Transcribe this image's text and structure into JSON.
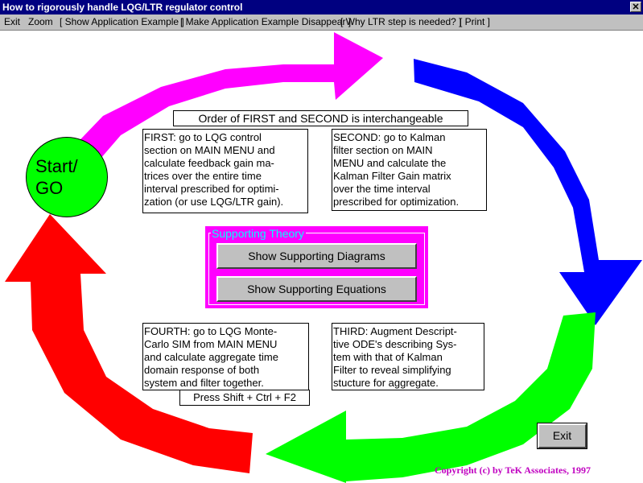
{
  "window": {
    "title": "How to rigorously handle LQG/LTR regulator control",
    "close_glyph": "✕"
  },
  "menu": {
    "items": [
      {
        "label": "Exit"
      },
      {
        "label": "Zoom"
      },
      {
        "label": "[ Show Application Example ]"
      },
      {
        "label": "[ Make Application Example Disappear ]"
      },
      {
        "label": "[ Why LTR step is needed? ]"
      },
      {
        "label": "[ Print ]"
      }
    ]
  },
  "diagram": {
    "start_lines": [
      "Start/",
      "GO"
    ],
    "order_note": "Order of FIRST and SECOND is interchangeable",
    "arrow_colors": {
      "first": "#ff00ff",
      "second": "#0000ff",
      "third": "#00ff00",
      "fourth": "#ff0000",
      "start_circle": "#00ff00"
    },
    "steps": {
      "first": [
        "FIRST: go to LQG control",
        "section on MAIN MENU and",
        "calculate feedback gain ma-",
        "trices over the entire time",
        "interval prescribed for optimi-",
        "zation (or use LQG/LTR gain)."
      ],
      "second": [
        "SECOND: go to Kalman",
        "filter section on MAIN",
        "MENU and calculate the",
        "Kalman Filter Gain matrix",
        "over the time interval",
        "prescribed for optimization."
      ],
      "third": [
        "THIRD: Augment Descript-",
        "tive ODE's describing Sys-",
        "tem with that of Kalman",
        "Filter to reveal simplifying",
        "stucture for aggregate."
      ],
      "fourth": [
        "FOURTH: go to LQG Monte-",
        "Carlo SIM from MAIN MENU",
        "and calculate aggregate time",
        "domain response of both",
        "system and filter together."
      ]
    },
    "hotkey_hint": "Press Shift + Ctrl + F2"
  },
  "supporting_theory": {
    "title": "Supporting Theory",
    "buttons": {
      "diagrams": "Show Supporting Diagrams",
      "equations": "Show Supporting Equations"
    }
  },
  "exit_button": {
    "label": "Exit"
  },
  "copyright": "Copyright (c) by TeK Associates, 1997"
}
